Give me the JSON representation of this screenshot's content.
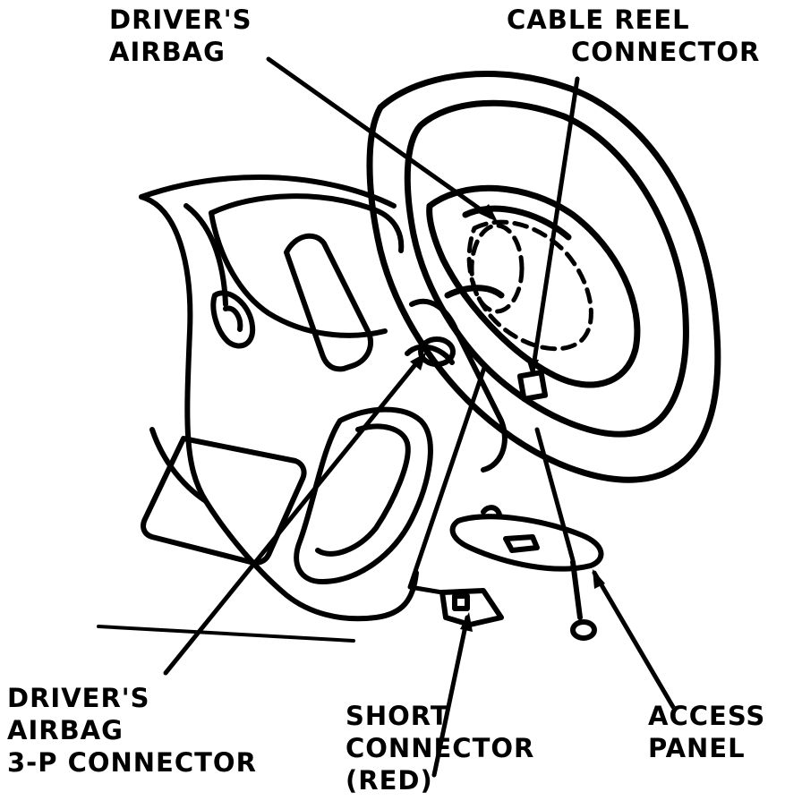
{
  "labels": {
    "driver_airbag": {
      "line1": "DRIVER'S",
      "line2": "AIRBAG"
    },
    "cable_reel_connector": {
      "line1": "CABLE REEL",
      "line2": "CONNECTOR"
    },
    "driver_airbag_3p_connector": {
      "line1": "DRIVER'S",
      "line2": "AIRBAG",
      "line3": "3-P CONNECTOR"
    },
    "short_connector": {
      "line1": "SHORT",
      "line2": "CONNECTOR",
      "line3": "(RED)"
    },
    "access_panel": {
      "line1": "ACCESS",
      "line2": "PANEL"
    }
  },
  "colors": {
    "ink": "#000000",
    "paper": "#ffffff"
  }
}
